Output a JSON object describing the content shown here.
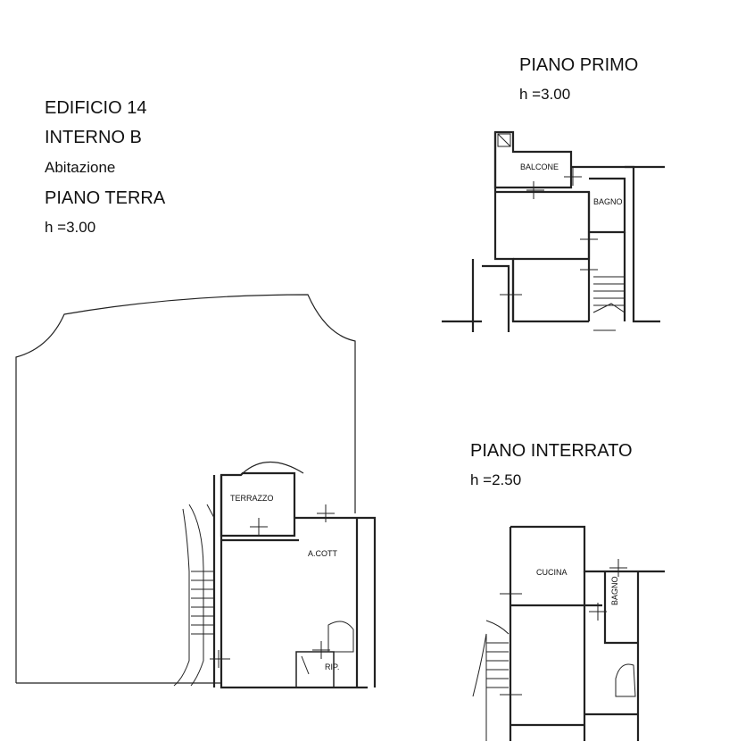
{
  "header": {
    "building": "EDIFICIO 14",
    "unit": "INTERNO B",
    "use": "Abitazione"
  },
  "floors": [
    {
      "name": "PIANO TERRA",
      "height": "h =3.00",
      "rooms": [
        "TERRAZZO",
        "A.COTT",
        "RIP."
      ]
    },
    {
      "name": "PIANO PRIMO",
      "height": "h =3.00",
      "rooms": [
        "BALCONE",
        "BAGNO"
      ]
    },
    {
      "name": "PIANO INTERRATO",
      "height": "h =2.50",
      "rooms": [
        "CUCINA",
        "BAGNO"
      ]
    }
  ]
}
